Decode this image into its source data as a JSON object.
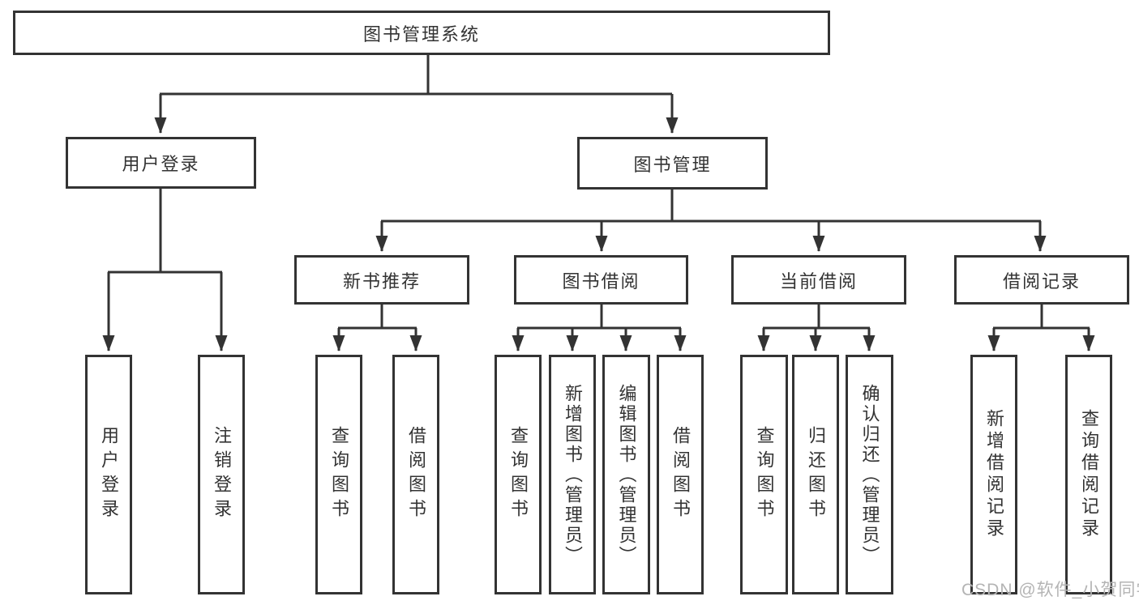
{
  "nodes": {
    "root": "图书管理系统",
    "level2": [
      "用户登录",
      "图书管理"
    ],
    "level3": [
      "新书推荐",
      "图书借阅",
      "当前借阅",
      "借阅记录"
    ],
    "user_login_children": [
      "用户登录",
      "注销登录"
    ],
    "new_book_children": [
      "查询图书",
      "借阅图书"
    ],
    "book_borrow_children": [
      "查询图书",
      "新增图书（管理员）",
      "编辑图书（管理员）",
      "借阅图书"
    ],
    "current_borrow_children": [
      "查询图书",
      "归还图书",
      "确认归还（管理员）"
    ],
    "borrow_record_children": [
      "新增借阅记录",
      "查询借阅记录"
    ]
  },
  "watermark": {
    "text": "CSDN @软件_小贺同学"
  },
  "colors": {
    "line": "#333333",
    "node_border": "#333333",
    "node_text": "#333333",
    "background": "#ffffff",
    "watermark": "#b4b4b4"
  }
}
